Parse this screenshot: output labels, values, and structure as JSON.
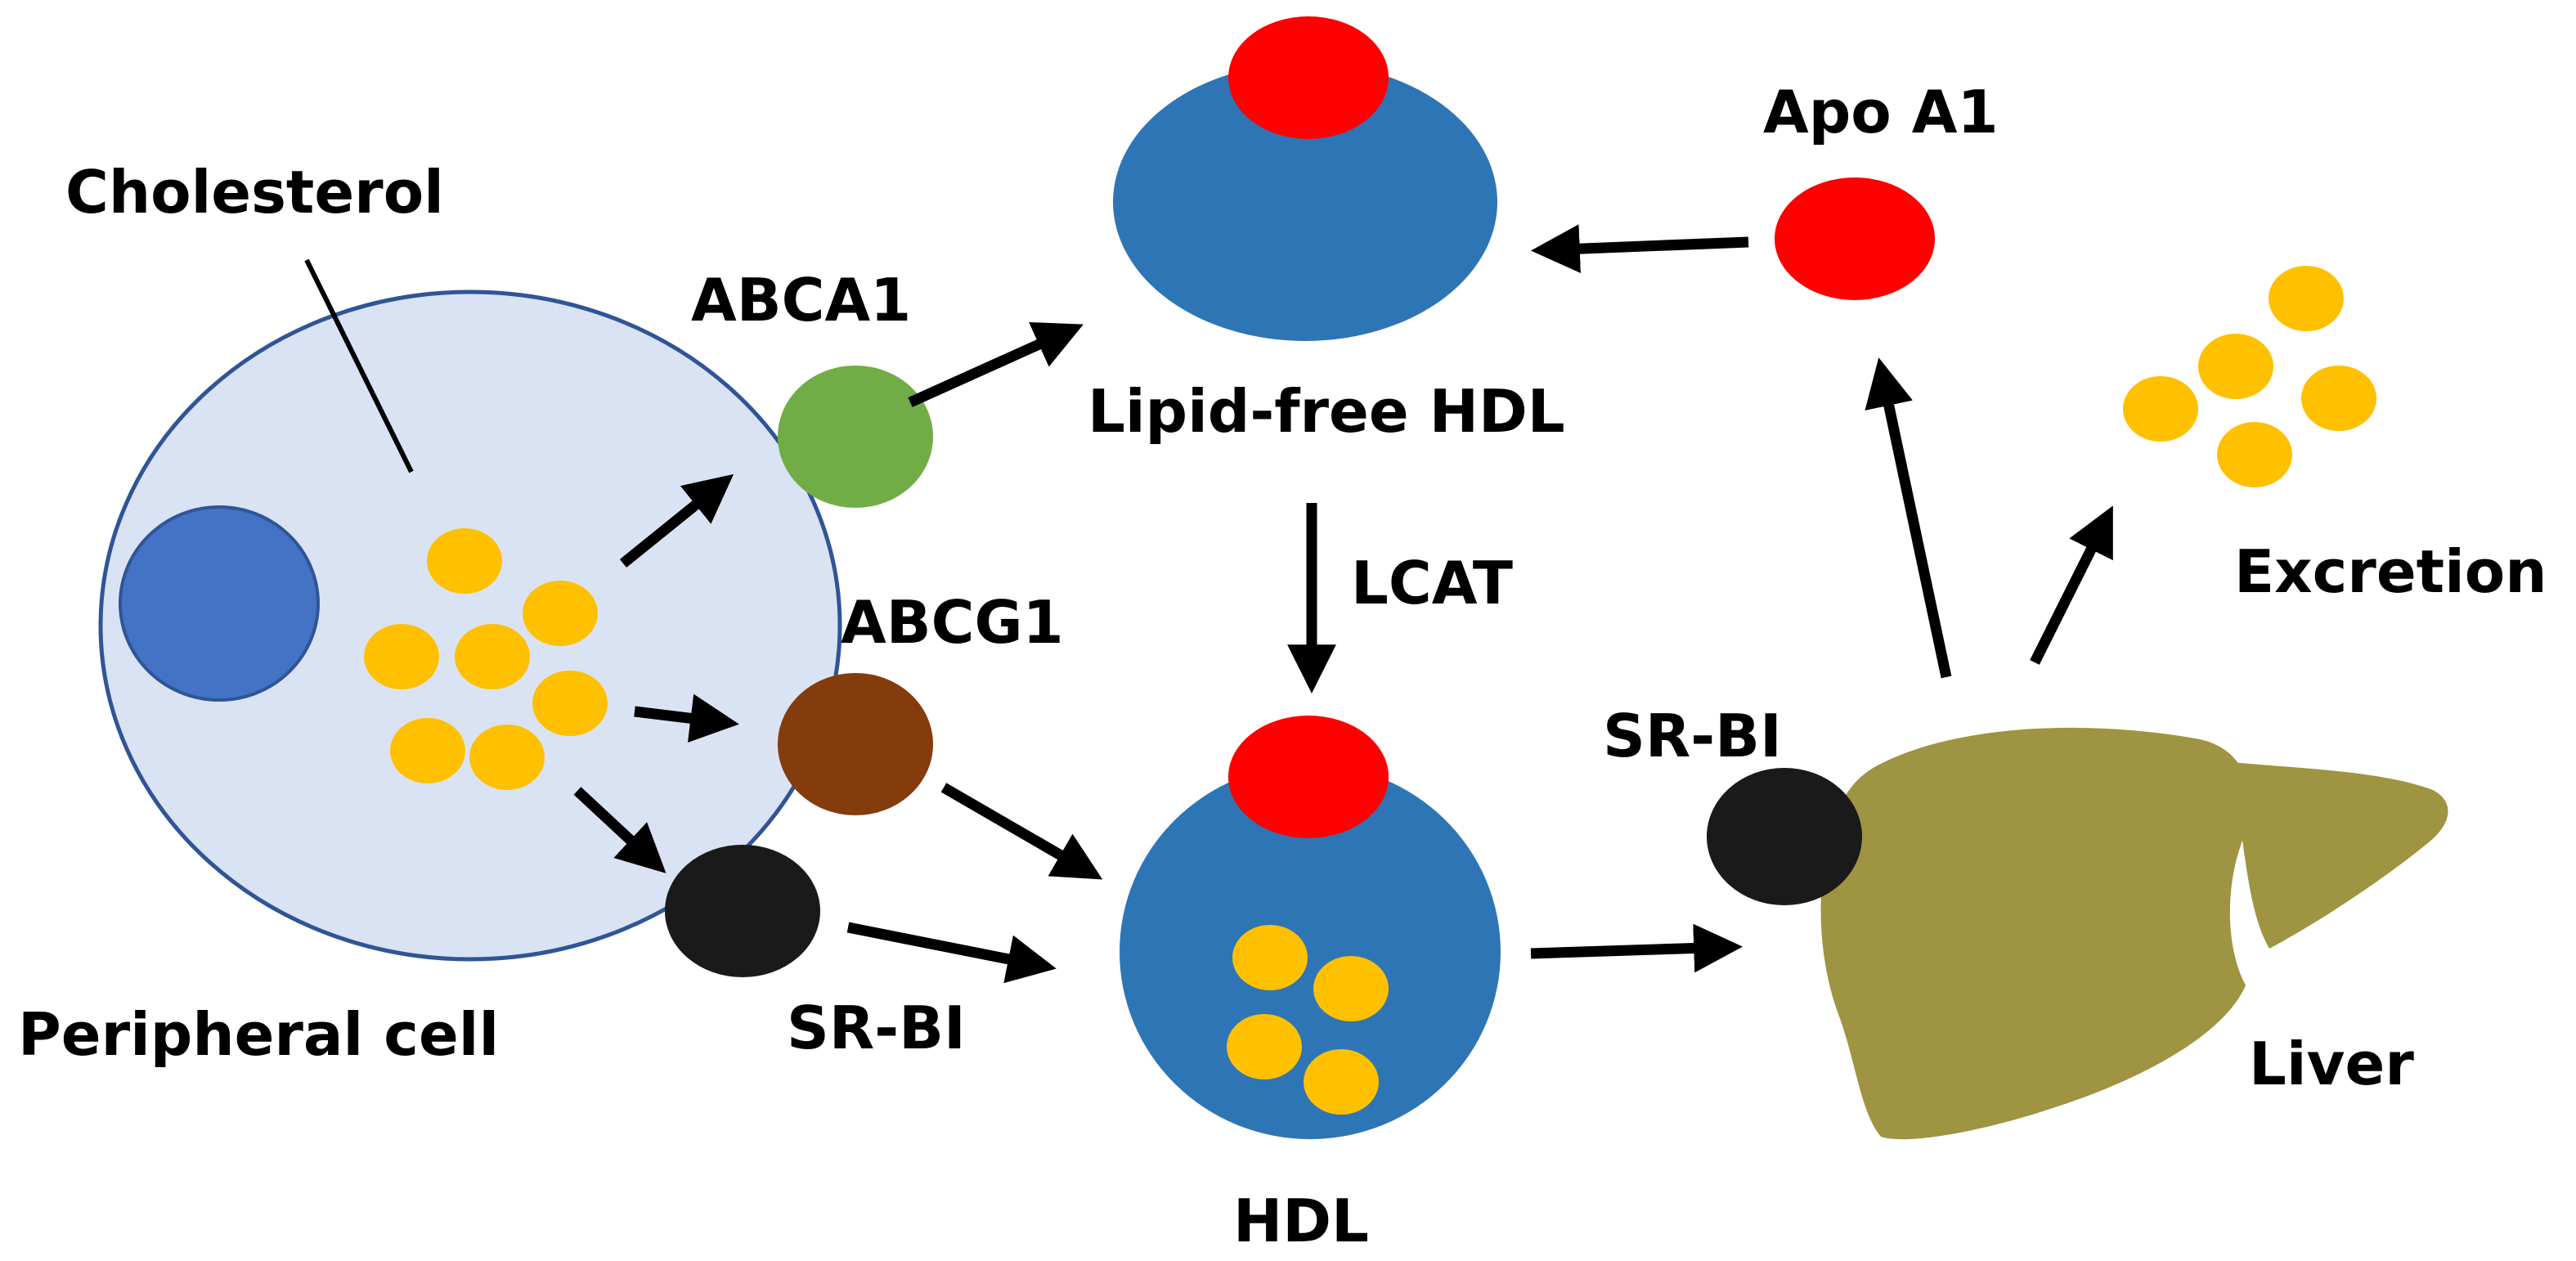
{
  "labels": {
    "cholesterol": "Cholesterol",
    "peripheral_cell": "Peripheral cell",
    "abca1": "ABCA1",
    "abcg1": "ABCG1",
    "srbi_cell": "SR-BI",
    "lipid_free_hdl": "Lipid-free HDL",
    "lcat": "LCAT",
    "hdl": "HDL",
    "apo_a1": "Apo A1",
    "srbi_liver": "SR-BI",
    "excretion": "Excretion",
    "liver": "Liver"
  },
  "colors": {
    "cell_fill": "#dae3f3",
    "cell_stroke": "#2f5597",
    "nucleus": "#4472c4",
    "cholesterol": "#ffc000",
    "abca1": "#70ad47",
    "abcg1": "#843c0c",
    "srbi": "#1a1a1a",
    "hdl": "#2e75b6",
    "apoa1": "#ff0000",
    "liver": "#9e9441",
    "arrow": "#000000"
  }
}
